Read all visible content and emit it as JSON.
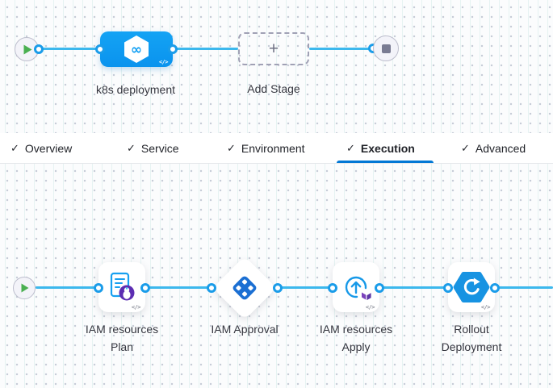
{
  "glyphs": {
    "check": "✓",
    "plus": "+",
    "code": "</>",
    "infinity": "∞"
  },
  "colors": {
    "accent": "#0278d5",
    "edge_blue": "#3cb8ed",
    "stage_blue": "#0c9df3",
    "approval_blue": "#1b6fd3",
    "plan_purple": "#5c2db2",
    "terraform_purple": "#7b42bc",
    "rollout_hex_blue": "#1793e2",
    "play_green": "#4aaf51",
    "stop_gray": "#797b92"
  },
  "stage_canvas": {
    "stage_label": "k8s deployment",
    "add_stage_label": "Add Stage"
  },
  "tabs": {
    "items": [
      {
        "label": "Overview",
        "checked": true,
        "active": false
      },
      {
        "label": "Service",
        "checked": true,
        "active": false
      },
      {
        "label": "Environment",
        "checked": true,
        "active": false
      },
      {
        "label": "Execution",
        "checked": true,
        "active": true
      },
      {
        "label": "Advanced",
        "checked": true,
        "active": false
      }
    ]
  },
  "execution_canvas": {
    "steps": [
      {
        "line1": "IAM resources",
        "line2": "Plan",
        "icon": "terraform-plan-icon"
      },
      {
        "line1": "IAM Approval",
        "line2": "",
        "icon": "approval-icon"
      },
      {
        "line1": "IAM resources",
        "line2": "Apply",
        "icon": "terraform-apply-icon"
      },
      {
        "line1": "Rollout",
        "line2": "Deployment",
        "icon": "rollout-deployment-icon"
      }
    ]
  }
}
